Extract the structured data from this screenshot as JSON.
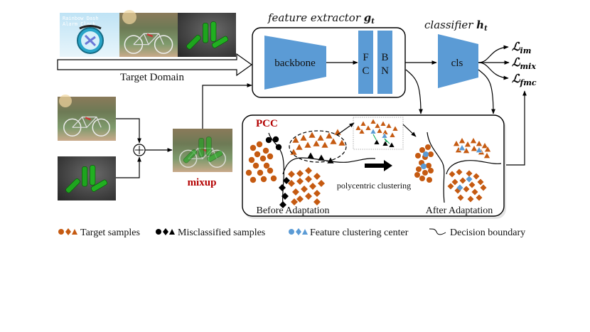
{
  "title": "PCC / mixup domain adaptation framework",
  "colors": {
    "block_blue": "#5b9bd5",
    "target_orange": "#c55a11",
    "misclassified_black": "#000000",
    "center_blue": "#5b9bd5",
    "mixup_red": "#b30000",
    "link_green": "#00a651"
  },
  "labels": {
    "target_domain": "Target Domain",
    "feature_extractor": "feature extractor",
    "feature_extractor_sym": "g",
    "feature_extractor_sub": "t",
    "classifier": "classifier",
    "classifier_sym": "h",
    "classifier_sub": "t",
    "backbone": "backbone",
    "fc_1": "F",
    "fc_2": "C",
    "bn_1": "B",
    "bn_2": "N",
    "cls": "cls",
    "mixup": "mixup",
    "pcc": "PCC",
    "polycentric": "polycentric clustering",
    "before": "Before Adaptation",
    "after": "After Adaptation",
    "plus": "+"
  },
  "losses": [
    {
      "symbol": "ℒ",
      "sub": "im"
    },
    {
      "symbol": "ℒ",
      "sub": "mix"
    },
    {
      "symbol": "ℒ",
      "sub": "fmc"
    }
  ],
  "images": {
    "target_domain": [
      "alarm-clock image",
      "bicycle image",
      "batteries image"
    ],
    "mix_inputs": [
      "bicycle image",
      "batteries image"
    ],
    "mix_output": "mixed bicycle+batteries image"
  },
  "legend": [
    {
      "label": "Target samples",
      "color": "#c55a11"
    },
    {
      "label": "Misclassified samples",
      "color": "#000000"
    },
    {
      "label": "Feature clustering center",
      "color": "#5b9bd5"
    },
    {
      "label": "Decision boundary",
      "color": "#000000"
    }
  ]
}
